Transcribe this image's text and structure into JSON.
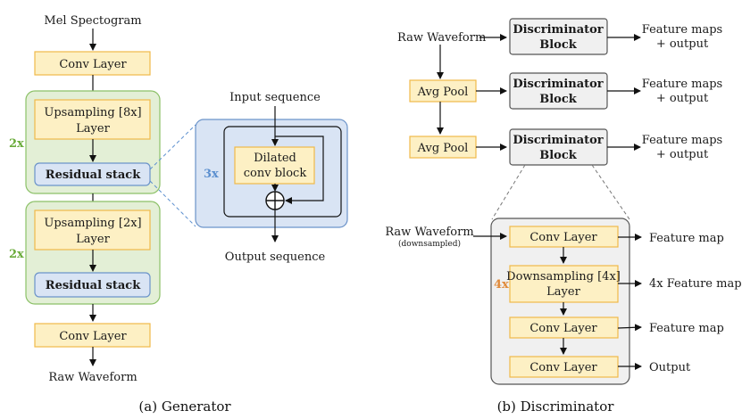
{
  "generator": {
    "input_label": "Mel Spectogram",
    "conv_top": "Conv Layer",
    "stage1": {
      "repeat": "2x",
      "upsampling_line1": "Upsampling [8x]",
      "upsampling_line2": "Layer",
      "residual": "Residual stack"
    },
    "stage2": {
      "repeat": "2x",
      "upsampling_line1": "Upsampling [2x]",
      "upsampling_line2": "Layer",
      "residual": "Residual stack"
    },
    "conv_bottom": "Conv Layer",
    "output_label": "Raw Waveform",
    "caption": "(a) Generator"
  },
  "residual_detail": {
    "input_label": "Input sequence",
    "repeat": "3x",
    "block_line1": "Dilated",
    "block_line2": "conv block",
    "output_label": "Output sequence"
  },
  "discriminator": {
    "input_label": "Raw Waveform",
    "avg_pool": [
      "Avg Pool",
      "Avg Pool"
    ],
    "blocks": [
      {
        "line1": "Discriminator",
        "line2": "Block",
        "out1": "Feature maps",
        "out2": "+ output"
      },
      {
        "line1": "Discriminator",
        "line2": "Block",
        "out1": "Feature maps",
        "out2": "+ output"
      },
      {
        "line1": "Discriminator",
        "line2": "Block",
        "out1": "Feature maps",
        "out2": "+ output"
      }
    ],
    "caption": "(b) Discriminator"
  },
  "disc_block_detail": {
    "input_line1": "Raw Waveform",
    "input_line2": "(downsampled)",
    "repeat": "4x",
    "conv1": "Conv Layer",
    "down_line1": "Downsampling [4x]",
    "down_line2": "Layer",
    "conv2": "Conv Layer",
    "conv3": "Conv Layer",
    "out_conv1": "Feature map",
    "out_down": "4x Feature maps",
    "out_conv2": "Feature map",
    "out_conv3": "Output"
  },
  "colors": {
    "yellow_fill": "#fdf0c4",
    "yellow_stroke": "#f0b94a",
    "green_fill": "#e3efd6",
    "green_stroke": "#8cc168",
    "blue_fill": "#d9e4f4",
    "blue_stroke": "#6b93c9",
    "gray_fill": "#f0f0f0",
    "gray_stroke": "#555555"
  }
}
